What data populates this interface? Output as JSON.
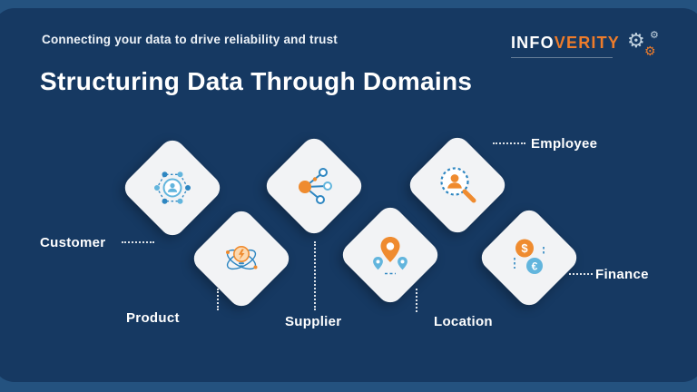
{
  "slide": {
    "subtitle": "Connecting your data to drive reliability and trust",
    "title": "Structuring Data Through Domains"
  },
  "logo": {
    "part1": "INFO",
    "part2": "VERITY",
    "gear_glyph": "⚙"
  },
  "domains": [
    {
      "id": "customer",
      "label": "Customer",
      "icon": "customer-network-icon"
    },
    {
      "id": "product",
      "label": "Product",
      "icon": "product-bulb-icon"
    },
    {
      "id": "supplier",
      "label": "Supplier",
      "icon": "supplier-share-icon"
    },
    {
      "id": "location",
      "label": "Location",
      "icon": "location-pin-icon"
    },
    {
      "id": "employee",
      "label": "Employee",
      "icon": "employee-search-icon"
    },
    {
      "id": "finance",
      "label": "Finance",
      "icon": "finance-coins-icon"
    }
  ],
  "colors": {
    "background_frame": "#24527f",
    "slide_background": "#163962",
    "accent_orange": "#ee7c2b",
    "accent_blue": "#62b5dd",
    "icon_blue": "#2e86c1",
    "diamond_fill": "#f2f3f5",
    "text_white": "#ffffff"
  }
}
